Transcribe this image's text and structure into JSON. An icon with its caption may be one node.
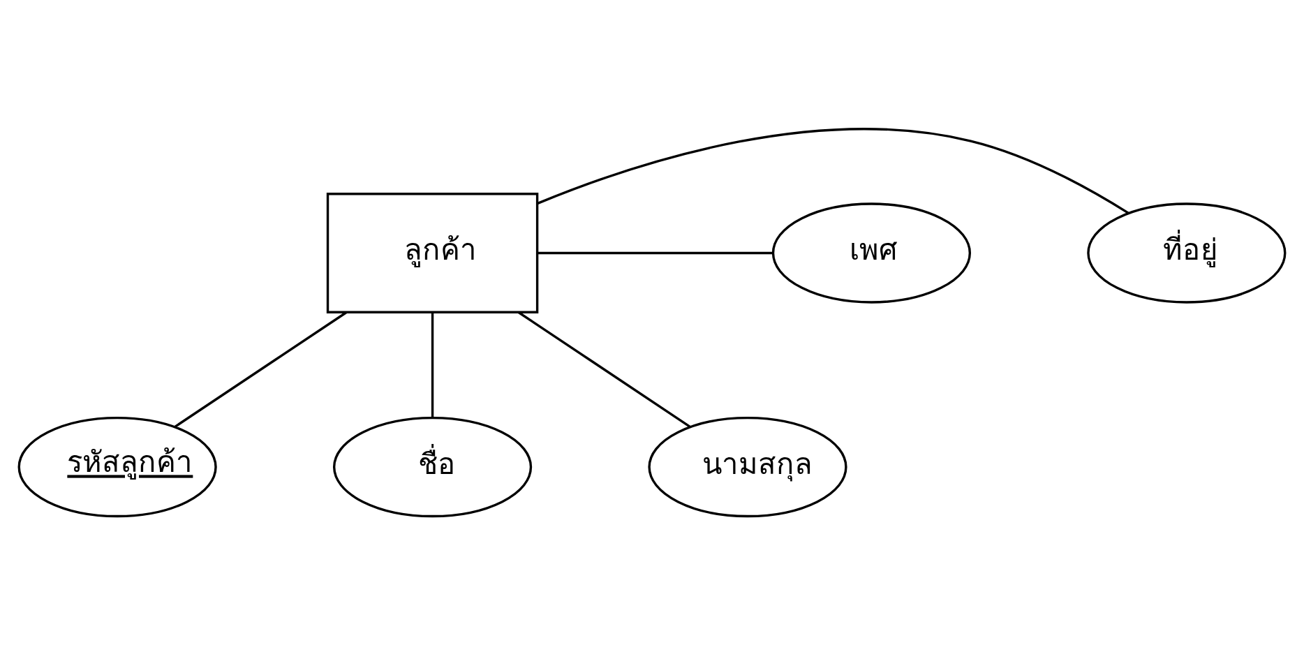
{
  "diagram": {
    "nodes": [
      {
        "text": [
          "ชื่อ"
        ]
      },
      {
        "text": [
          "รหัสลูกค้า"
        ]
      },
      {
        "text": [
          "นามสกุล"
        ]
      },
      {
        "text": [
          "ที่อยู่"
        ]
      },
      {
        "text": [
          "ลูกค้า"
        ]
      },
      {
        "text": [
          "เพศ"
        ]
      }
    ],
    "edges": [
      {
        "from": 4,
        "to": 0,
        "arrow": "none"
      },
      {
        "from": 4,
        "to": 1,
        "arrow": "none"
      },
      {
        "from": 4,
        "to": 2,
        "arrow": "none"
      },
      {
        "from": 4,
        "to": 3,
        "arrow": "none"
      },
      {
        "from": 4,
        "to": 5,
        "arrow": "none"
      }
    ]
  }
}
